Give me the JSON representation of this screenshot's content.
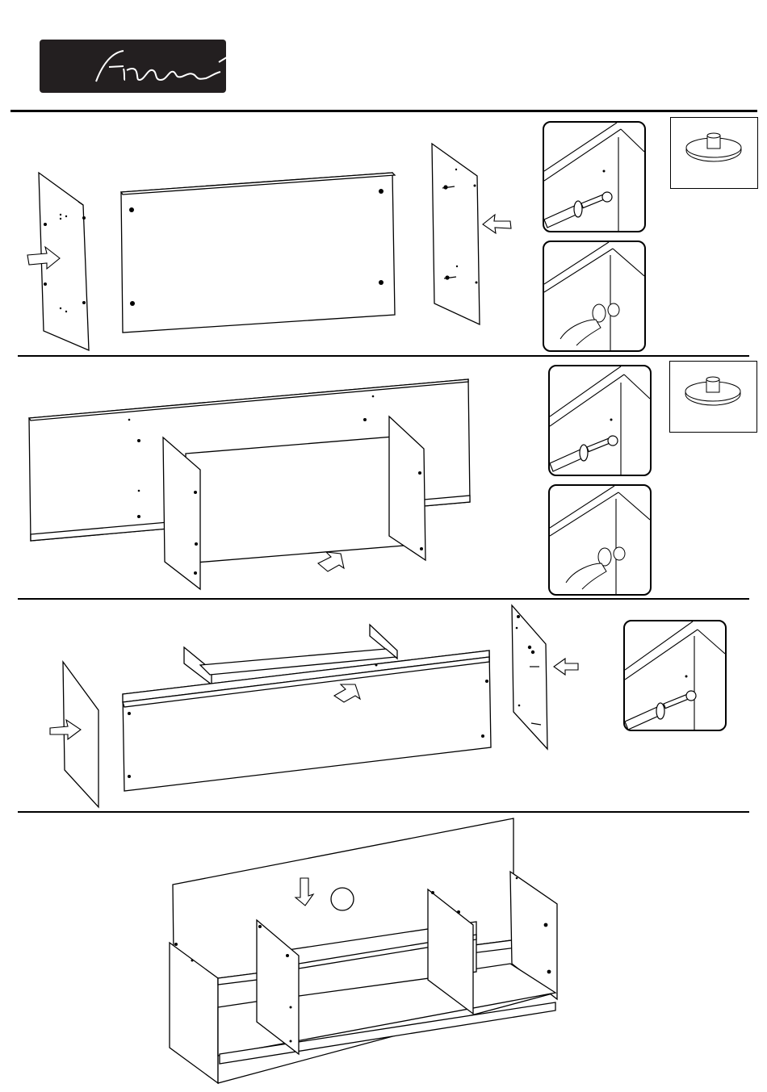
{
  "brand": {
    "logo_text": "finori",
    "logo_bg": "#231f20",
    "logo_fg": "#ffffff"
  },
  "steps": [
    {
      "id": "step-1",
      "details": [
        "cam-bolt-insert",
        "cover-cap-press"
      ],
      "legend_icon": "cam-lock-icon"
    },
    {
      "id": "step-2",
      "details": [
        "cam-bolt-insert",
        "cover-cap-press"
      ],
      "legend_icon": "cam-lock-icon"
    },
    {
      "id": "step-3",
      "details": [
        "cam-bolt-insert"
      ]
    },
    {
      "id": "step-4",
      "details": []
    }
  ],
  "colors": {
    "line": "#000000",
    "arrow_fill": "#ffffff",
    "rule": "#000000"
  }
}
